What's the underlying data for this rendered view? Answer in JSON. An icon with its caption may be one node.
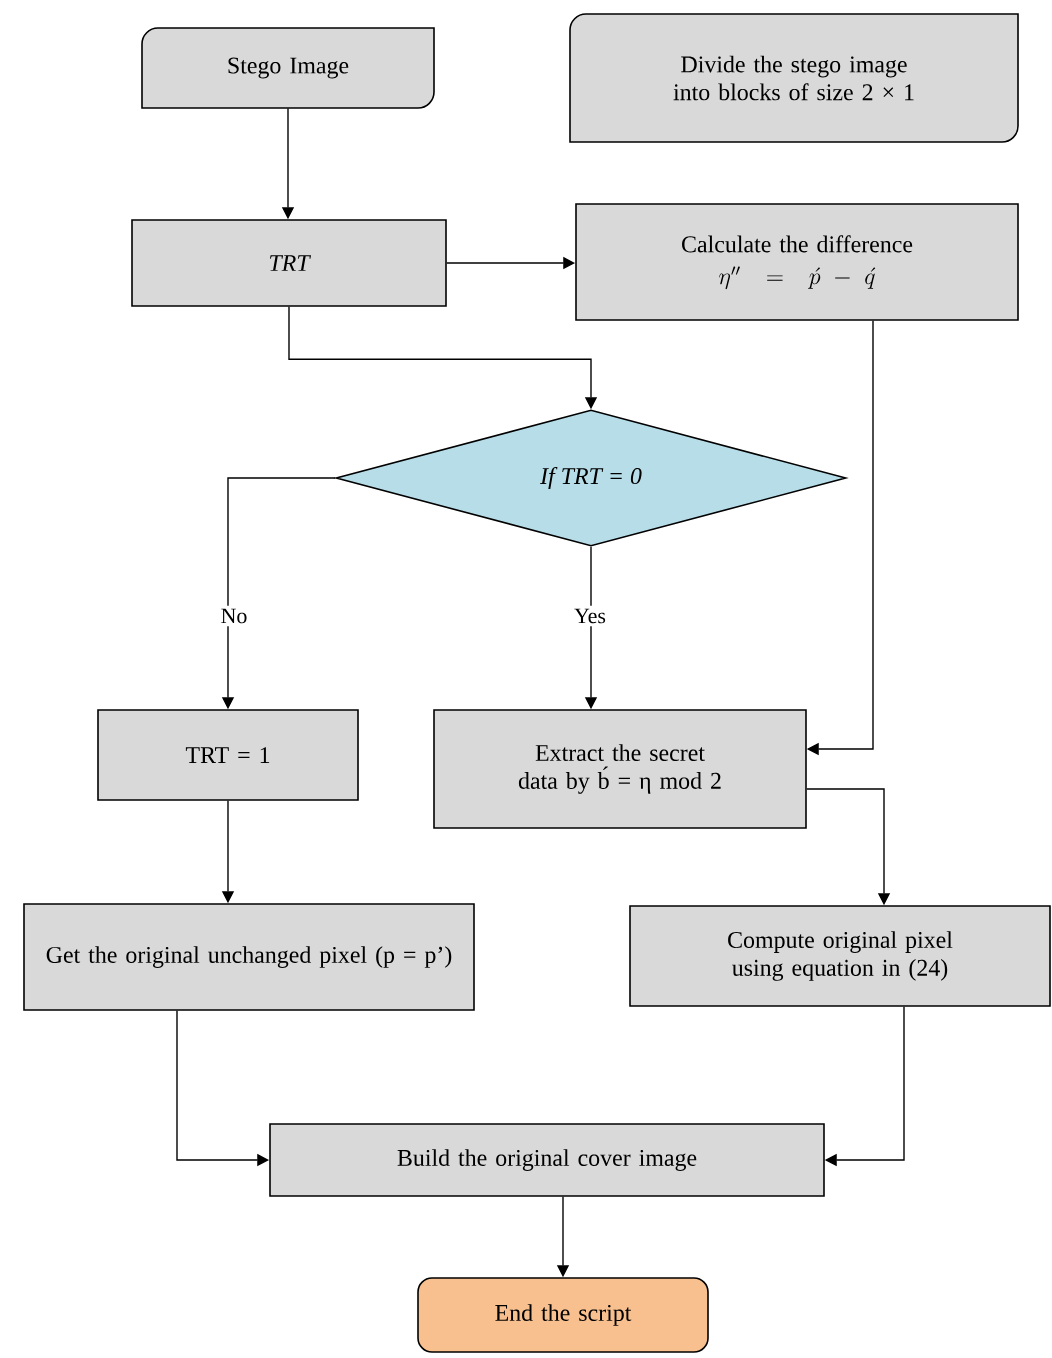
{
  "diagram": {
    "nodes": [
      {
        "text": [
          "Stego Image"
        ]
      },
      {
        "text": [
          "Divide the stego image into blocks of size 2 × 1"
        ]
      },
      {
        "text": [
          "TRT"
        ]
      },
      {
        "text": [
          "Calculate the difference",
          "\\eta'' = \\acute{p} - \\acute{q}"
        ]
      },
      {
        "text": [
          "If TRT = 0"
        ]
      },
      {
        "text": [
          "TRT = 1"
        ]
      },
      {
        "text": [
          "Extract the secret data by b́ = η mod 2"
        ]
      },
      {
        "text": [
          "Get the original unchanged pixel (p = p’)"
        ]
      },
      {
        "text": [
          "Compute original pixel using equation in (24)"
        ]
      },
      {
        "text": [
          "Build the original cover image"
        ]
      },
      {
        "text": [
          "End the script"
        ]
      }
    ],
    "edges": [
      {
        "from": 0,
        "to": 2,
        "arrow": "to"
      },
      {
        "from": 2,
        "to": 3,
        "arrow": "to"
      },
      {
        "from": 2,
        "to": 4,
        "arrow": "to"
      },
      {
        "from": 3,
        "to": 6,
        "arrow": "to"
      },
      {
        "from": 4,
        "to": 5,
        "arrow": "to",
        "label": "No"
      },
      {
        "from": 4,
        "to": 6,
        "arrow": "to",
        "label": "Yes"
      },
      {
        "from": 6,
        "to": 8,
        "arrow": "to"
      },
      {
        "from": 5,
        "to": 7,
        "arrow": "to"
      },
      {
        "from": 7,
        "to": 9,
        "arrow": "to"
      },
      {
        "from": 8,
        "to": 9,
        "arrow": "to"
      },
      {
        "from": 9,
        "to": 10,
        "arrow": "to"
      }
    ]
  }
}
